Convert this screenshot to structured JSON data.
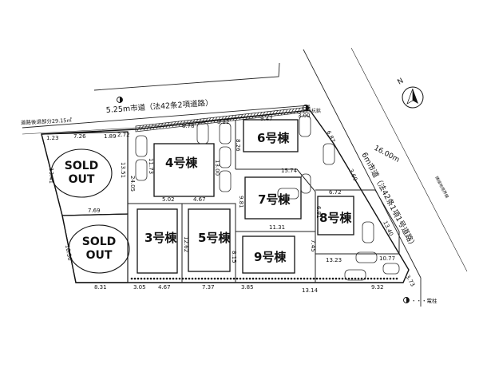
{
  "roads": {
    "north_road": "5.25m市道（法42条2項道路）",
    "east_road": "6m市道（法42条1項1号道路）",
    "road_width": "16.00m",
    "setback_area": "道路後退部分29.15㎡",
    "right_edge_note": "隣接地境界線",
    "boundary_marker": "杭鋲"
  },
  "legend": {
    "pole": "・・・電柱"
  },
  "compass": "N",
  "sold_out": "SOLD OUT",
  "houses": [
    "3号棟",
    "4号棟",
    "5号棟",
    "6号棟",
    "7号棟",
    "8号棟",
    "9号棟"
  ],
  "dimensions": [
    "1.23",
    "7.26",
    "1.89",
    "2.72",
    "13.51",
    "13.41",
    "7.69",
    "10.36",
    "8.31",
    "3.05",
    "4.67",
    "7.37",
    "3.85",
    "13.14",
    "9.32",
    "3.73",
    "8.78",
    "3.22",
    "11.73",
    "5.02",
    "4.67",
    "24.05",
    "13.00",
    "9.47",
    "3.00",
    "6.87",
    "8.26",
    "3.60",
    "15.74",
    "9.81",
    "6.72",
    "6.81",
    "13.40",
    "11.31",
    "12.62",
    "8.15",
    "7.45",
    "13.23",
    "10.77"
  ]
}
